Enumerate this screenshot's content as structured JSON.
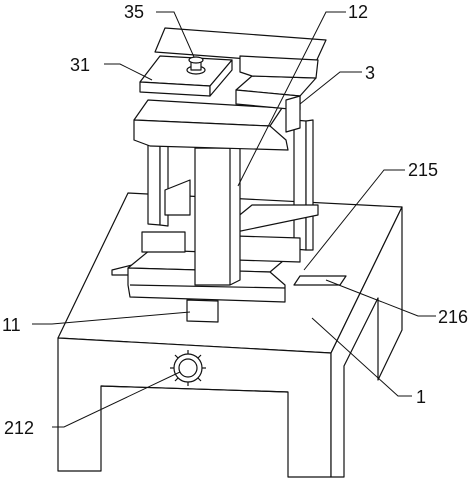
{
  "labels": {
    "l35": "35",
    "l12": "12",
    "l31": "31",
    "l3": "3",
    "l215": "215",
    "l11": "11",
    "l216": "216",
    "l1": "1",
    "l212": "212"
  }
}
